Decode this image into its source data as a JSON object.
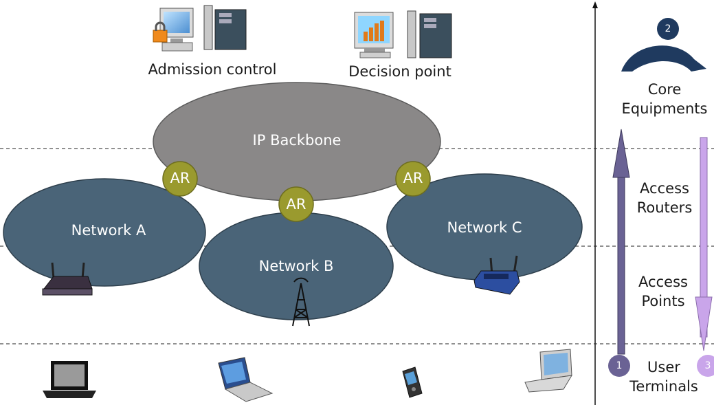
{
  "servers": {
    "admission": "Admission control",
    "decision": "Decision point"
  },
  "backbone": "IP Backbone",
  "routers": [
    "AR",
    "AR",
    "AR"
  ],
  "networks": {
    "a": "Network A",
    "b": "Network B",
    "c": "Network C"
  },
  "layers": {
    "core": {
      "line1": "Core",
      "line2": "Equipments"
    },
    "routers": {
      "line1": "Access",
      "line2": "Routers"
    },
    "points": {
      "line1": "Access",
      "line2": "Points"
    },
    "terminals": {
      "line1": "User",
      "line2": "Terminals"
    }
  },
  "steps": [
    "1",
    "2",
    "3"
  ],
  "colors": {
    "network": "#4a6478",
    "backbone": "#8a8888",
    "router": "#9a9a2e",
    "up_arrow": "#6a6294",
    "down_arrow": "#c9a5ea",
    "core_arrow": "#1f3a5f"
  },
  "icons": [
    "lock-computer-icon",
    "server-tower-icon",
    "chart-monitor-icon",
    "wireless-router-icon",
    "radio-tower-icon",
    "laptop-icon",
    "tablet-laptop-icon",
    "pda-phone-icon"
  ]
}
